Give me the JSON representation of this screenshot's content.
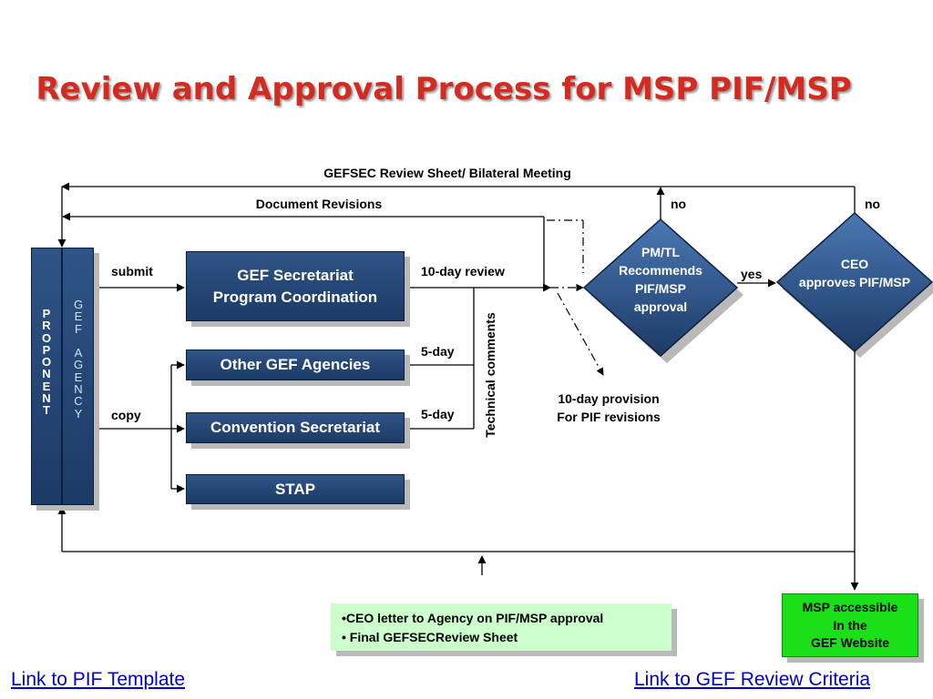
{
  "title": "Review and Approval Process for MSP PIF/MSP",
  "labels": {
    "gefsec_review": "GEFSEC Review Sheet/ Bilateral Meeting",
    "document_revisions": "Document Revisions",
    "submit": "submit",
    "copy": "copy",
    "ten_day_review": "10-day review",
    "five_day_1": "5-day",
    "five_day_2": "5-day",
    "technical_comments": "Technical comments",
    "provision_line1": "10-day provision",
    "provision_line2": "For PIF revisions",
    "no_1": "no",
    "no_2": "no",
    "yes": "yes"
  },
  "boxes": {
    "proponent": "P\nR\nO\nP\nO\nN\nE\nN\nT",
    "gef_agency": "G\nE\nF\n \nA\nG\nE\nN\nC\nY",
    "gef_secretariat": "GEF Secretariat\nProgram Coordination",
    "other_agencies": "Other GEF Agencies",
    "convention_secretariat": "Convention Secretariat",
    "stap": "STAP"
  },
  "decisions": {
    "pm_tl": "PM/TL\nRecommends\nPIF/MSP\napproval",
    "ceo": "CEO\napproves PIF/MSP"
  },
  "outputs": {
    "note_line1": "•CEO letter to Agency on PIF/MSP approval",
    "note_line2": "• Final GEFSECReview Sheet",
    "msp_accessible": "MSP accessible\nIn the\nGEF Website"
  },
  "links": {
    "pif_template": "Link to PIF Template",
    "review_criteria": "Link to GEF Review Criteria"
  },
  "colors": {
    "title": "#d42a1f",
    "box_fill": "#2a4b7c",
    "note_fill": "#ccffcc",
    "msp_fill": "#19e019",
    "link": "#0000cc"
  }
}
